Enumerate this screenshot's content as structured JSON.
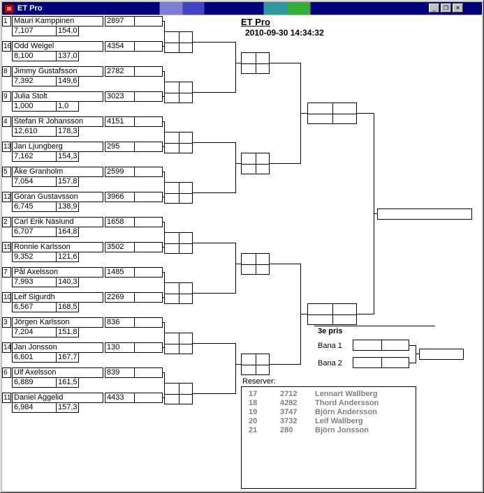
{
  "window": {
    "title": "ET Pro",
    "icons": {
      "minimize": "_",
      "maximize": "❐",
      "close": "✕"
    }
  },
  "header": {
    "title": "ET Pro",
    "timestamp": "2010-09-30 14:34:32"
  },
  "bracket": {
    "players": [
      {
        "seed": "1",
        "name": "Mauri Kamppinen",
        "et": "7,107",
        "speed": "154,0",
        "car": "2897"
      },
      {
        "seed": "16",
        "name": "Odd Weigel",
        "et": "8,100",
        "speed": "137,0",
        "car": "4354"
      },
      {
        "seed": "8",
        "name": "Jimmy Gustafsson",
        "et": "7,392",
        "speed": "149,6",
        "car": "2782"
      },
      {
        "seed": "9",
        "name": "Julia Stolt",
        "et": "1,000",
        "speed": "1,0",
        "car": "3023"
      },
      {
        "seed": "4",
        "name": "Stefan R Johansson",
        "et": "12,610",
        "speed": "178,3",
        "car": "4151"
      },
      {
        "seed": "13",
        "name": "Jan Ljungberg",
        "et": "7,162",
        "speed": "154,3",
        "car": "295"
      },
      {
        "seed": "5",
        "name": "Åke Granholm",
        "et": "7,054",
        "speed": "157,8",
        "car": "2599"
      },
      {
        "seed": "12",
        "name": "Göran Gustavsson",
        "et": "6,745",
        "speed": "138,9",
        "car": "3966"
      },
      {
        "seed": "2",
        "name": "Carl Erik Näslund",
        "et": "6,707",
        "speed": "164,8",
        "car": "1658"
      },
      {
        "seed": "15",
        "name": "Ronnie Karlsson",
        "et": "9,352",
        "speed": "121,6",
        "car": "3502"
      },
      {
        "seed": "7",
        "name": "Pål Axelsson",
        "et": "7,993",
        "speed": "140,3",
        "car": "1485"
      },
      {
        "seed": "10",
        "name": "Leif Sigurdh",
        "et": "6,567",
        "speed": "168,5",
        "car": "2269"
      },
      {
        "seed": "3",
        "name": "Jörgen Karlsson",
        "et": "7,204",
        "speed": "151,8",
        "car": "836"
      },
      {
        "seed": "14",
        "name": "Jan Jonsson",
        "et": "6,601",
        "speed": "167,7",
        "car": "130"
      },
      {
        "seed": "6",
        "name": "Ulf Axelsson",
        "et": "6,889",
        "speed": "161,5",
        "car": "839"
      },
      {
        "seed": "11",
        "name": "Daniel Aggelid",
        "et": "6,984",
        "speed": "157,3",
        "car": "4433"
      }
    ]
  },
  "third_prize": {
    "title": "3e pris",
    "lane1_label": "Bana 1",
    "lane2_label": "Bana 2"
  },
  "reserves": {
    "label": "Reserver:",
    "rows": [
      {
        "num": "17",
        "car": "2712",
        "name": "Lennart Wallberg"
      },
      {
        "num": "18",
        "car": "4282",
        "name": "Thord Andersson"
      },
      {
        "num": "19",
        "car": "3747",
        "name": "Björn Andersson"
      },
      {
        "num": "20",
        "car": "3732",
        "name": "Leif Wallberg"
      },
      {
        "num": "21",
        "car": "280",
        "name": "Björn Jonsson"
      }
    ]
  },
  "colors": {
    "titlebar": "#00007e",
    "reserve_text": "#808080",
    "background": "#ffffff",
    "window_chrome": "#c0c0c0",
    "app_icon": "#c40000"
  }
}
